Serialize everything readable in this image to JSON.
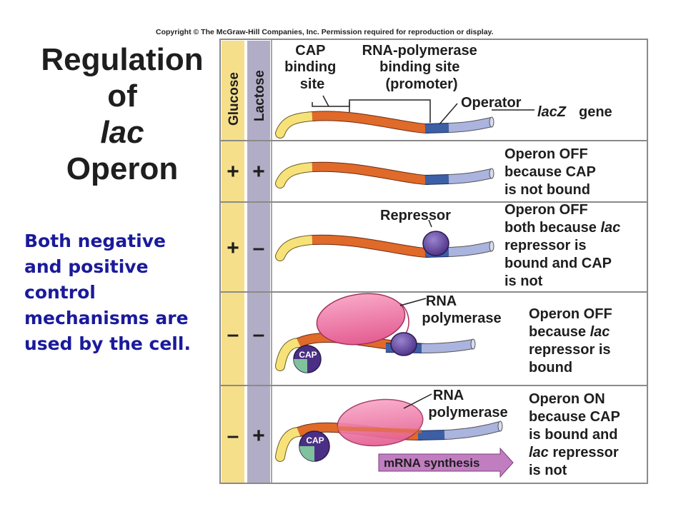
{
  "copyright": "Copyright © The McGraw-Hill Companies, Inc. Permission required for reproduction or display.",
  "title": {
    "line1": "Regulation",
    "line2": "of",
    "line3": "lac",
    "line4": "Operon"
  },
  "side_note": "Both negative and positive control mechanisms are used by the cell.",
  "columns": {
    "glucose": "Glucose",
    "lactose": "Lactose"
  },
  "header_labels": {
    "cap_site": [
      "CAP",
      "binding",
      "site"
    ],
    "rna_pol_site": [
      "RNA-polymerase",
      "binding site",
      "(promoter)"
    ],
    "operator": "Operator",
    "gene_italic": "lacZ",
    "gene": "gene"
  },
  "rows": [
    {
      "glucose": "+",
      "lactose": "+",
      "status": [
        "Operon OFF",
        "because CAP",
        "is not bound"
      ]
    },
    {
      "glucose": "+",
      "lactose": "–",
      "status": [
        "Operon OFF",
        "both because lac",
        "repressor is",
        "bound and CAP",
        "is not"
      ],
      "label": "Repressor"
    },
    {
      "glucose": "–",
      "lactose": "–",
      "status": [
        "Operon OFF",
        "because lac",
        "repressor is",
        "bound"
      ],
      "label": [
        "RNA",
        "polymerase"
      ],
      "cap": "CAP"
    },
    {
      "glucose": "–",
      "lactose": "+",
      "status": [
        "Operon ON",
        "because CAP",
        "is bound and",
        "lac repressor",
        "is not"
      ],
      "label": [
        "RNA",
        "polymerase"
      ],
      "cap": "CAP",
      "arrow": "mRNA synthesis"
    }
  ],
  "colors": {
    "glucose_col": "#f6df8a",
    "lactose_col": "#b2adc6",
    "dna_yellow": "#f7e27a",
    "dna_orange": "#e06a2a",
    "dna_blue": "#3d5fa5",
    "dna_lightblue": "#aab4de",
    "repressor": "#6a4ea0",
    "rna_pol": "#f07aa8",
    "cap_green": "#7fc29b",
    "arrow": "#c07ec0"
  }
}
